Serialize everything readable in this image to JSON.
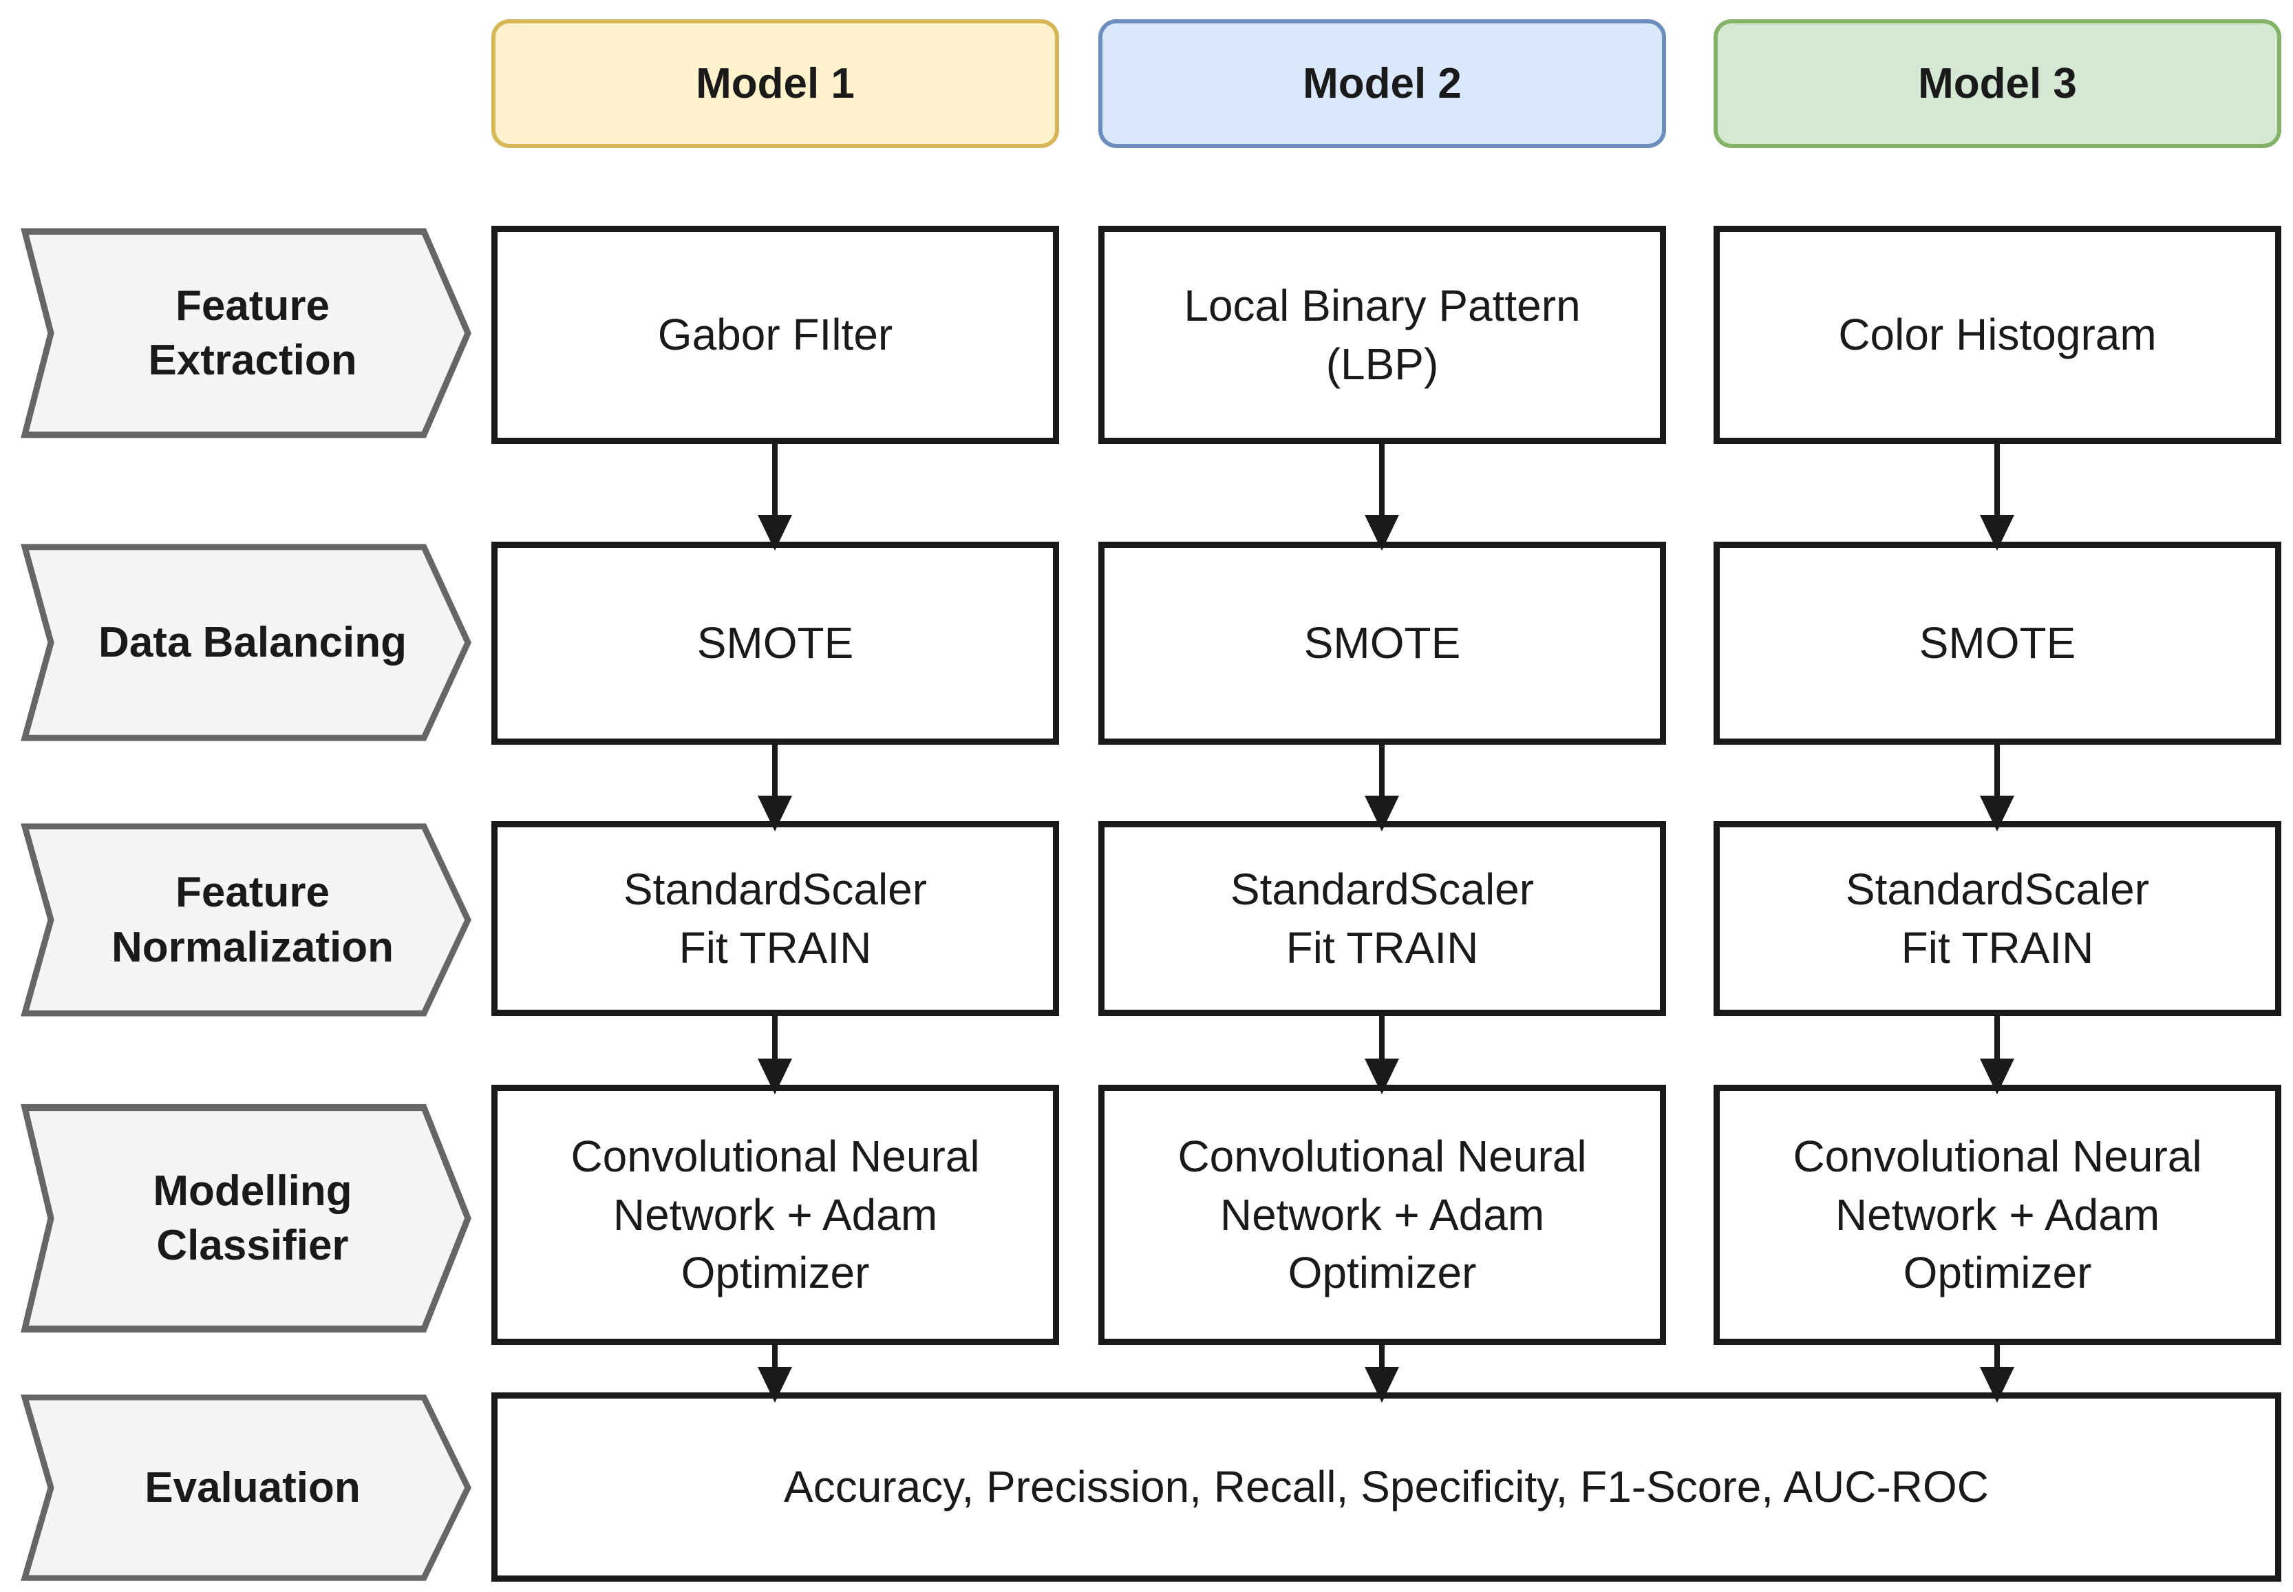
{
  "diagram": {
    "title_row": {
      "models": [
        {
          "label": "Model 1",
          "fill": "#fff2cc",
          "border": "#d6b656"
        },
        {
          "label": "Model 2",
          "fill": "#dae8fc",
          "border": "#6c8ebf"
        },
        {
          "label": "Model 3",
          "fill": "#d5e8d4",
          "border": "#82b366"
        }
      ]
    },
    "stages": [
      {
        "label": "Feature\nExtraction"
      },
      {
        "label": "Data Balancing"
      },
      {
        "label": "Feature\nNormalization"
      },
      {
        "label": "Modelling\nClassifier"
      },
      {
        "label": "Evaluation"
      }
    ],
    "stage_style": {
      "fill": "#f5f5f5",
      "border": "#666666"
    },
    "box_style": {
      "fill": "#ffffff",
      "border": "#1a1a1a"
    },
    "arrow_color": "#1a1a1a",
    "rows": {
      "feature_extraction": [
        "Gabor FIlter",
        "Local Binary Pattern\n(LBP)",
        "Color Histogram"
      ],
      "data_balancing": [
        "SMOTE",
        "SMOTE",
        "SMOTE"
      ],
      "feature_normalization": [
        "StandardScaler\nFit TRAIN",
        "StandardScaler\nFit TRAIN",
        "StandardScaler\nFit TRAIN"
      ],
      "modelling_classifier": [
        "Convolutional Neural\nNetwork + Adam\nOptimizer",
        "Convolutional Neural\nNetwork + Adam\nOptimizer",
        "Convolutional Neural\nNetwork + Adam\nOptimizer"
      ],
      "evaluation": "Accuracy, Precission, Recall, Specificity, F1-Score, AUC-ROC"
    }
  }
}
